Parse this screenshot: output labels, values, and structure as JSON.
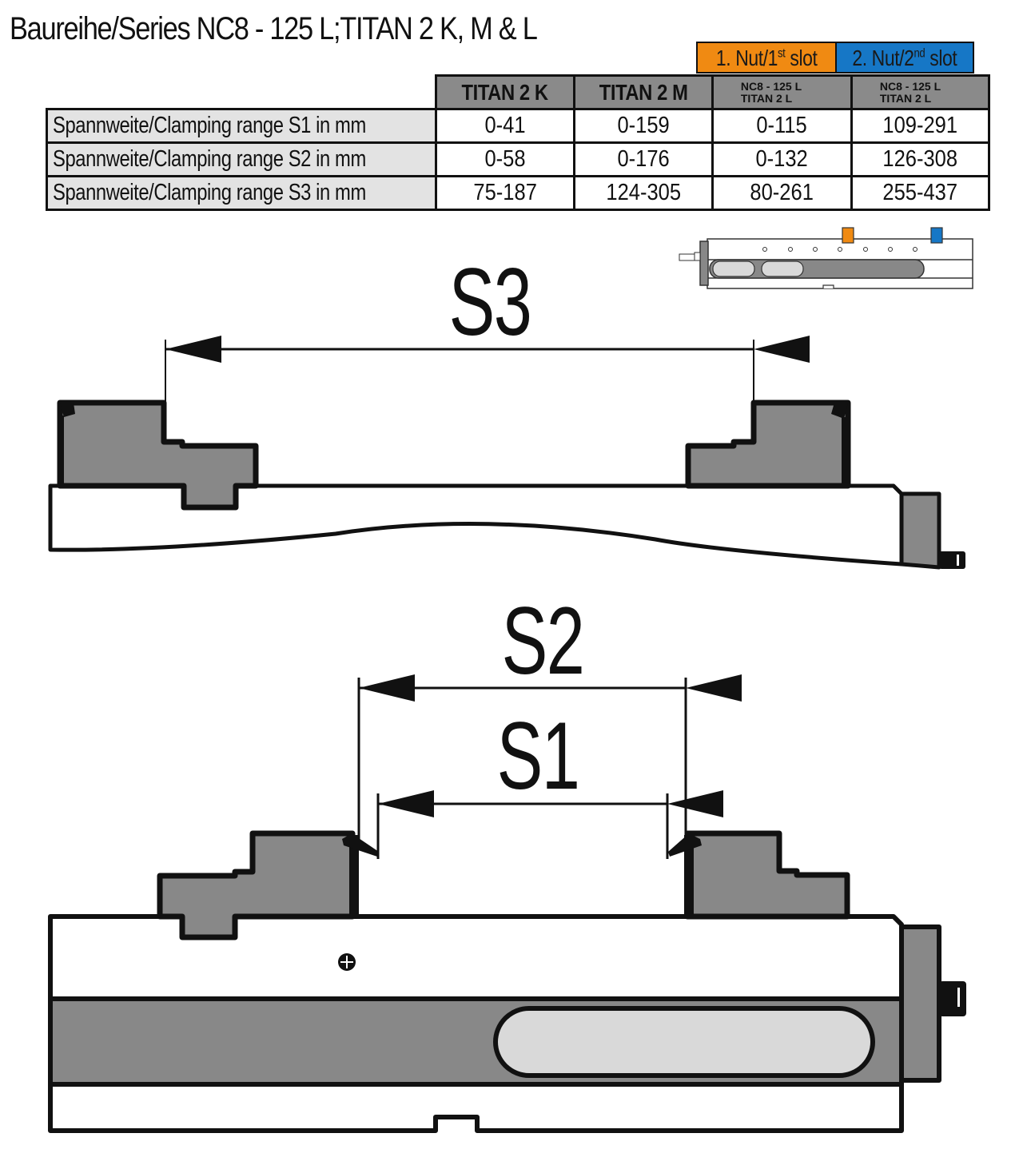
{
  "title": "Baureihe/Series NC8 - 125 L;TITAN 2 K, M & L",
  "slot_headers": [
    {
      "prefix": "1. Nut/1",
      "sup": "st",
      "suffix": " slot",
      "color": "#f08a12"
    },
    {
      "prefix": "2. Nut/2",
      "sup": "nd",
      "suffix": " slot",
      "color": "#1677c6"
    }
  ],
  "table": {
    "columns": [
      {
        "label": "TITAN 2 K"
      },
      {
        "label": "TITAN 2 M"
      },
      {
        "line1": "NC8 - 125 L",
        "line2": "TITAN 2 L"
      },
      {
        "line1": "NC8 - 125 L",
        "line2": "TITAN 2 L"
      }
    ],
    "rows": [
      {
        "label": "Spannweite/Clamping range S1 in mm",
        "values": [
          "0-41",
          "0-159",
          "0-115",
          "109-291"
        ]
      },
      {
        "label": "Spannweite/Clamping range S2 in mm",
        "values": [
          "0-58",
          "0-176",
          "0-132",
          "126-308"
        ]
      },
      {
        "label": "Spannweite/Clamping range S3 in mm",
        "values": [
          "75-187",
          "124-305",
          "80-261",
          "255-437"
        ]
      }
    ]
  },
  "diagram": {
    "dimension_labels": {
      "s3": "S3",
      "s2": "S2",
      "s1": "S1"
    },
    "colors": {
      "jaw_fill": "#888888",
      "slot_fill": "#d9d9d9",
      "outline": "#111111",
      "slot1_marker": "#f08a12",
      "slot2_marker": "#1677c6"
    },
    "thumbnail_holes": 7
  }
}
